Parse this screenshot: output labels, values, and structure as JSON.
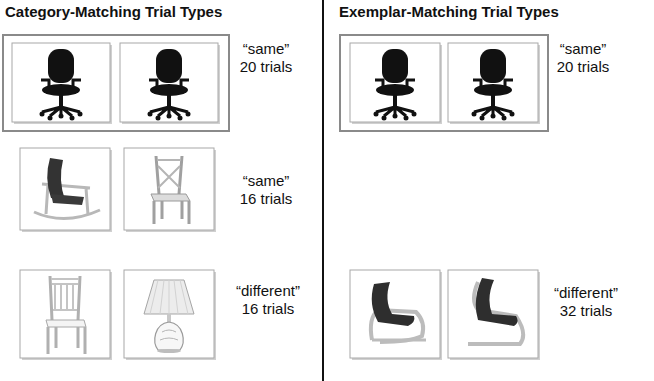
{
  "diagram": {
    "labels": [
      "Category-Matching Trial Types",
      "“same” 20 trials",
      "“same” 16 trials",
      "“different” 16 trials",
      "Exemplar-Matching Trial Types",
      "“same” 20 trials",
      "“different” 32 trials"
    ]
  }
}
